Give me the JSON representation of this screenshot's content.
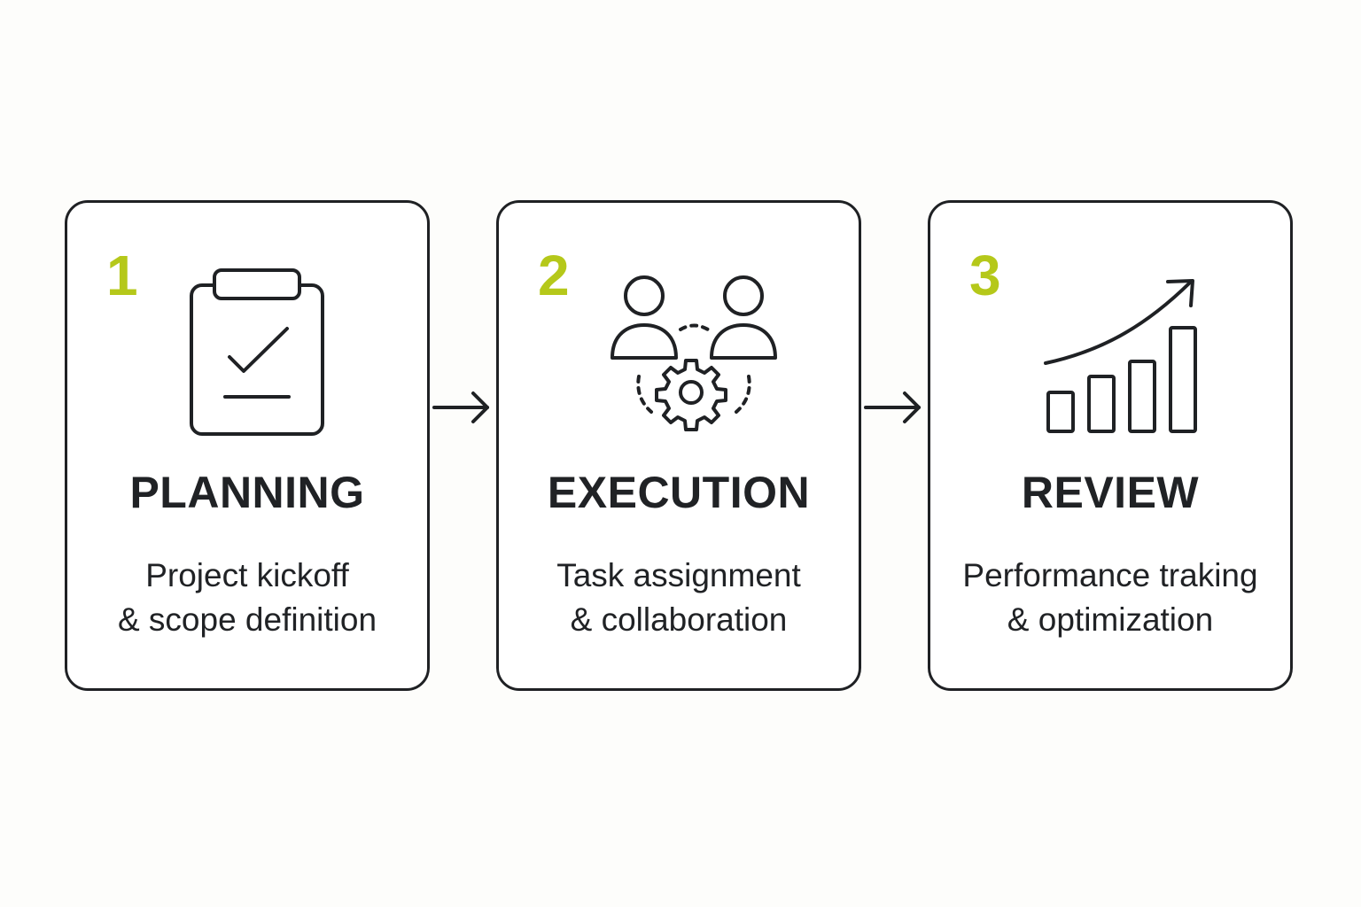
{
  "colors": {
    "accent": "#b5c81a",
    "stroke": "#1f2124",
    "background": "#fdfdfb",
    "card": "#ffffff"
  },
  "steps": [
    {
      "number": "1",
      "title": "PLANNING",
      "desc_line1": "Project kickoff",
      "desc_line2": "& scope definition",
      "icon": "clipboard-check-icon"
    },
    {
      "number": "2",
      "title": "EXECUTION",
      "desc_line1": "Task assignment",
      "desc_line2": "& collaboration",
      "icon": "team-gear-icon"
    },
    {
      "number": "3",
      "title": "REVIEW",
      "desc_line1": "Performance traking",
      "desc_line2": "& optimization",
      "icon": "growth-chart-icon"
    }
  ],
  "connectors": [
    "arrow-right-icon",
    "arrow-right-icon"
  ]
}
